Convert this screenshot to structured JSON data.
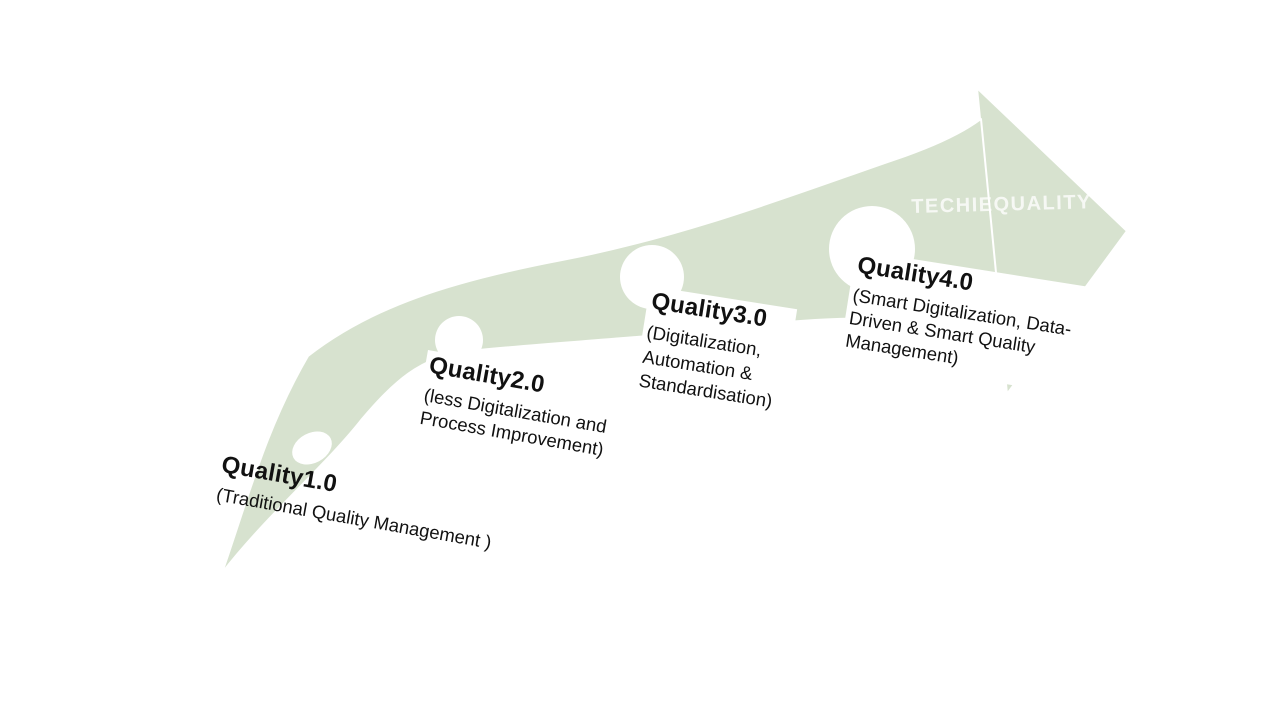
{
  "diagram": {
    "watermark": "TECHIEQUALITY",
    "stages": [
      {
        "title": "Quality1.0",
        "lines": [
          "(Traditional Quality Management )"
        ]
      },
      {
        "title": "Quality2.0",
        "lines": [
          "(less Digitalization and",
          "Process Improvement)"
        ]
      },
      {
        "title": "Quality3.0",
        "lines": [
          "(Digitalization,",
          "Automation &",
          "Standardisation)"
        ]
      },
      {
        "title": "Quality4.0",
        "lines": [
          "(Smart Digitalization, Data-",
          "Driven &  Smart Quality",
          "Management)"
        ]
      }
    ],
    "colors": {
      "arrow": "#d7e2cf",
      "background": "#ffffff",
      "text": "#111111",
      "watermark": "#ffffff"
    }
  }
}
